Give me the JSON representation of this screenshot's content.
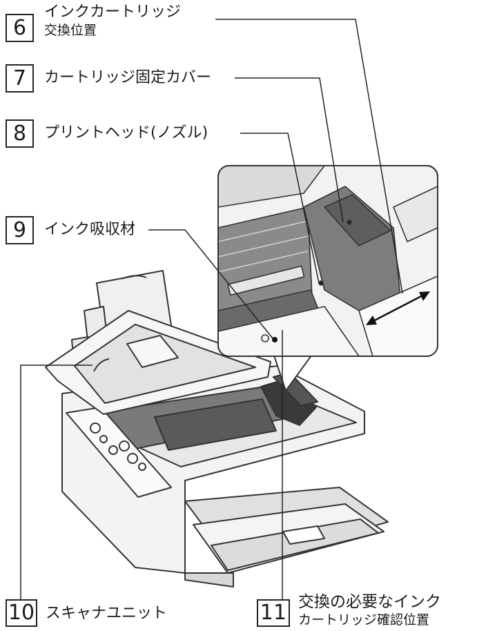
{
  "callouts": [
    {
      "number": "6",
      "line1": "インクカートリッジ",
      "line2": "交換位置"
    },
    {
      "number": "7",
      "line1": "カートリッジ固定カバー"
    },
    {
      "number": "8",
      "line1": "プリントヘッド(ノズル)"
    },
    {
      "number": "9",
      "line1": "インク吸収材"
    },
    {
      "number": "10",
      "line1": "スキャナユニット"
    },
    {
      "number": "11",
      "line1": "交換の必要なインク",
      "line2": "カートリッジ確認位置"
    }
  ]
}
